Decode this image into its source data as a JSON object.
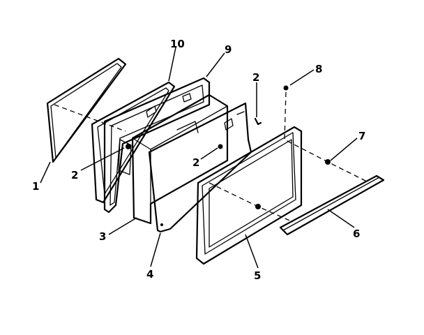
{
  "callouts": {
    "c1": "1",
    "c2a": "2",
    "c2b": "2",
    "c2c": "2",
    "c3": "3",
    "c4": "4",
    "c5": "5",
    "c6": "6",
    "c7": "7",
    "c8": "8",
    "c9": "9",
    "c10": "10"
  }
}
